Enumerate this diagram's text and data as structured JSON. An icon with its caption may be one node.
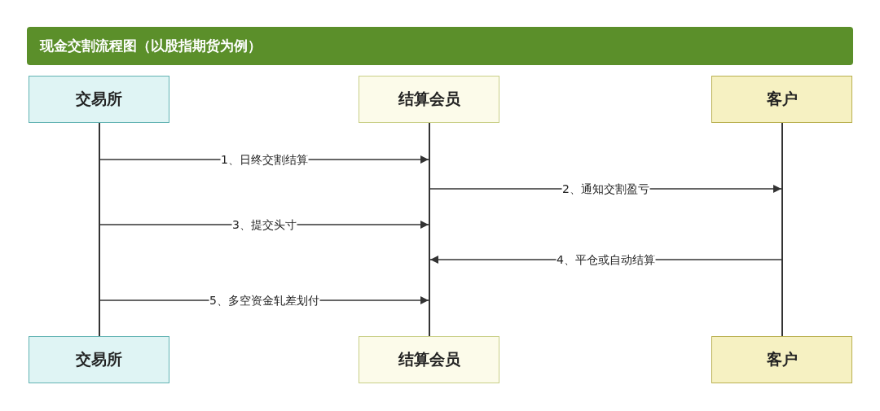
{
  "diagram": {
    "title": "现金交割流程图（以股指期货为例）",
    "nodes": [
      {
        "text": [
          "交易所"
        ]
      },
      {
        "text": [
          "结算会员"
        ]
      },
      {
        "text": [
          "客户"
        ]
      },
      {
        "text": [],
        "shape": "line"
      },
      {
        "text": [],
        "shape": "line"
      },
      {
        "text": [],
        "shape": "line"
      },
      {
        "text": [
          "交易所"
        ]
      },
      {
        "text": [
          "结算会员"
        ]
      },
      {
        "text": [
          "客户"
        ]
      }
    ],
    "edges": [
      {
        "from": 3,
        "to": 4,
        "arrow": "to",
        "label": "1、日终交割结算"
      },
      {
        "from": 4,
        "to": 5,
        "arrow": "to",
        "label": "2、通知交割盈亏"
      },
      {
        "from": 3,
        "to": 4,
        "arrow": "to",
        "label": "3、提交头寸"
      },
      {
        "from": 5,
        "to": 4,
        "arrow": "to",
        "label": "4、平仓或自动结算"
      },
      {
        "from": 3,
        "to": 4,
        "arrow": "to",
        "label": "5、多空资金轧差划付"
      }
    ]
  }
}
